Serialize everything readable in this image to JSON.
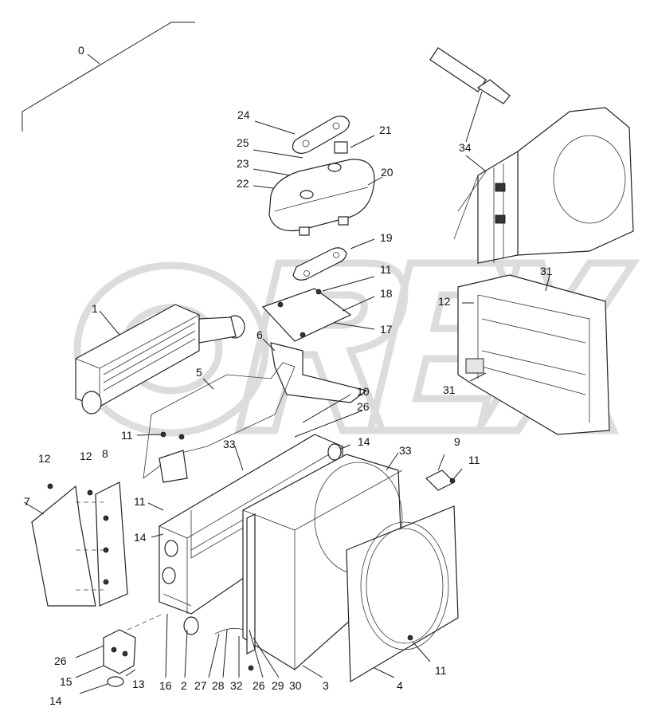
{
  "watermark": {
    "text": "OREX",
    "color": "#d9d9d9"
  },
  "callouts": [
    {
      "id": "c0",
      "text": "0"
    },
    {
      "id": "c24",
      "text": "24"
    },
    {
      "id": "c21",
      "text": "21"
    },
    {
      "id": "c25",
      "text": "25"
    },
    {
      "id": "c23",
      "text": "23"
    },
    {
      "id": "c20",
      "text": "20"
    },
    {
      "id": "c22",
      "text": "22"
    },
    {
      "id": "c34",
      "text": "34"
    },
    {
      "id": "c19",
      "text": "19"
    },
    {
      "id": "c11a",
      "text": "11"
    },
    {
      "id": "c31a",
      "text": "31"
    },
    {
      "id": "c12a",
      "text": "12"
    },
    {
      "id": "c18",
      "text": "18"
    },
    {
      "id": "c1",
      "text": "1"
    },
    {
      "id": "c17",
      "text": "17"
    },
    {
      "id": "c6",
      "text": "6"
    },
    {
      "id": "c31b",
      "text": "31"
    },
    {
      "id": "c5",
      "text": "5"
    },
    {
      "id": "c10",
      "text": "10"
    },
    {
      "id": "c26a",
      "text": "26"
    },
    {
      "id": "c11b",
      "text": "11"
    },
    {
      "id": "c14a",
      "text": "14"
    },
    {
      "id": "c9",
      "text": "9"
    },
    {
      "id": "c33a",
      "text": "33"
    },
    {
      "id": "c33b",
      "text": "33"
    },
    {
      "id": "c11c",
      "text": "11"
    },
    {
      "id": "c12b",
      "text": "12"
    },
    {
      "id": "c12c",
      "text": "12"
    },
    {
      "id": "c8",
      "text": "8"
    },
    {
      "id": "c7",
      "text": "7"
    },
    {
      "id": "c11d",
      "text": "11"
    },
    {
      "id": "c14b",
      "text": "14"
    },
    {
      "id": "c26b",
      "text": "26"
    },
    {
      "id": "c15",
      "text": "15"
    },
    {
      "id": "c13",
      "text": "13"
    },
    {
      "id": "c16",
      "text": "16"
    },
    {
      "id": "c2",
      "text": "2"
    },
    {
      "id": "c27",
      "text": "27"
    },
    {
      "id": "c28",
      "text": "28"
    },
    {
      "id": "c32",
      "text": "32"
    },
    {
      "id": "c26c",
      "text": "26"
    },
    {
      "id": "c29",
      "text": "29"
    },
    {
      "id": "c30",
      "text": "30"
    },
    {
      "id": "c3",
      "text": "3"
    },
    {
      "id": "c4",
      "text": "4"
    },
    {
      "id": "c11e",
      "text": "11"
    },
    {
      "id": "c14c",
      "text": "14"
    }
  ]
}
